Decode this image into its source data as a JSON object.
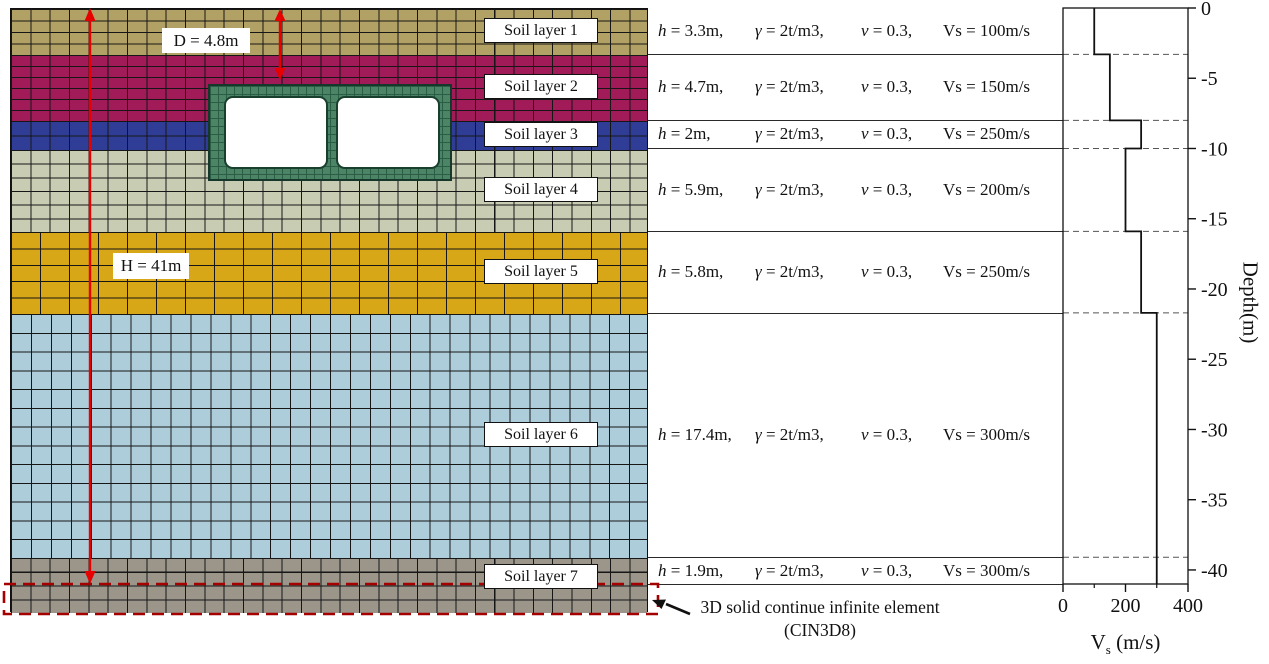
{
  "annotations": {
    "d_label": "D = 4.8m",
    "h_label": "H = 41m",
    "bottom_caption_line1": "3D solid continue infinite element",
    "bottom_caption_line2": "(CIN3D8)"
  },
  "colors": {
    "dimension_arrow": "#e60000",
    "infinite_boundary_dashed": "#a40000",
    "mesh_grid_line": "#161616",
    "tunnel_mesh_line": "#2b5d46"
  },
  "tunnel": {
    "color": "#4c8566",
    "opening_color": "#ffffff"
  },
  "soil": {
    "layers": [
      {
        "label": "Soil layer 1",
        "color": "#b1a164",
        "h_m": 3.3,
        "vs_ms": 100,
        "props": {
          "h": "h = 3.3m,",
          "gamma": "γ = 2t/m3,",
          "nu": "ν = 0.3,",
          "vs": "Vs = 100m/s"
        }
      },
      {
        "label": "Soil layer 2",
        "color": "#a01b57",
        "h_m": 4.7,
        "vs_ms": 150,
        "props": {
          "h": "h = 4.7m,",
          "gamma": "γ = 2t/m3,",
          "nu": "ν = 0.3,",
          "vs": "Vs = 150m/s"
        }
      },
      {
        "label": "Soil layer 3",
        "color": "#303d96",
        "h_m": 2.0,
        "vs_ms": 250,
        "props": {
          "h": "h = 2m,",
          "gamma": "γ = 2t/m3,",
          "nu": "ν = 0.3,",
          "vs": "Vs = 250m/s"
        }
      },
      {
        "label": "Soil layer 4",
        "color": "#c8ccb2",
        "h_m": 5.9,
        "vs_ms": 200,
        "props": {
          "h": "h = 5.9m,",
          "gamma": "γ = 2t/m3,",
          "nu": "ν = 0.3,",
          "vs": "Vs = 200m/s"
        }
      },
      {
        "label": "Soil layer 5",
        "color": "#d7a717",
        "h_m": 5.8,
        "vs_ms": 250,
        "props": {
          "h": "h = 5.8m,",
          "gamma": "γ = 2t/m3,",
          "nu": "ν = 0.3,",
          "vs": "Vs = 250m/s"
        }
      },
      {
        "label": "Soil layer 6",
        "color": "#aecdda",
        "h_m": 17.4,
        "vs_ms": 300,
        "props": {
          "h": "h = 17.4m,",
          "gamma": "γ = 2t/m3,",
          "nu": "ν = 0.3,",
          "vs": "Vs = 300m/s"
        }
      },
      {
        "label": "Soil layer 7",
        "color": "#9b958a",
        "h_m": 1.9,
        "vs_ms": 300,
        "props": {
          "h": "h = 1.9m,",
          "gamma": "γ = 2t/m3,",
          "nu": "ν = 0.3,",
          "vs": "Vs = 300m/s"
        }
      }
    ],
    "total_depth_m": 41
  },
  "chart_data": {
    "type": "line",
    "subtype": "step-depth-profile",
    "xlabel_parts": {
      "base": "V",
      "sub": "s",
      "unit": " (m/s)"
    },
    "ylabel": "Depth(m)",
    "xlim": [
      0,
      400
    ],
    "ylim": [
      -41,
      0
    ],
    "xticks": [
      0,
      200,
      400
    ],
    "xticks_minor": [
      100,
      300
    ],
    "yticks": [
      0,
      -5,
      -10,
      -15,
      -20,
      -25,
      -30,
      -35,
      -40
    ],
    "grid": false,
    "legend": "none",
    "step_profile": [
      {
        "depth_top": 0,
        "depth_bottom": -3.3,
        "vs": 100
      },
      {
        "depth_top": -3.3,
        "depth_bottom": -8.0,
        "vs": 150
      },
      {
        "depth_top": -8.0,
        "depth_bottom": -10.0,
        "vs": 250
      },
      {
        "depth_top": -10.0,
        "depth_bottom": -15.9,
        "vs": 200
      },
      {
        "depth_top": -15.9,
        "depth_bottom": -21.7,
        "vs": 250
      },
      {
        "depth_top": -21.7,
        "depth_bottom": -39.1,
        "vs": 300
      },
      {
        "depth_top": -39.1,
        "depth_bottom": -41.0,
        "vs": 300
      }
    ],
    "boundary_dashed_depths": [
      -3.3,
      -8.0,
      -10.0,
      -15.9,
      -21.7,
      -39.1
    ]
  }
}
